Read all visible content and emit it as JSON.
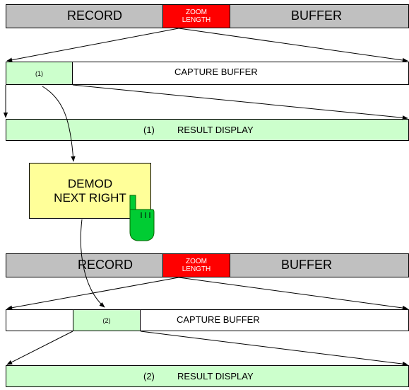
{
  "diagram": {
    "top": {
      "record_label": "RECORD",
      "zoom_line1": "ZOOM",
      "zoom_line2": "LENGTH",
      "buffer_label": "BUFFER",
      "segment_label": "(1)",
      "capture_label": "CAPTURE BUFFER",
      "result_index": "(1)",
      "result_label": "RESULT DISPLAY"
    },
    "demod": {
      "line1": "DEMOD",
      "line2": "NEXT RIGHT"
    },
    "bottom": {
      "record_label": "RECORD",
      "zoom_line1": "ZOOM",
      "zoom_line2": "LENGTH",
      "buffer_label": "BUFFER",
      "segment_label": "(2)",
      "capture_label": "CAPTURE BUFFER",
      "result_index": "(2)",
      "result_label": "RESULT DISPLAY"
    },
    "colors": {
      "record_bar": "#c0c0c0",
      "zoom_block": "#ff0000",
      "capture_segment": "#ccffcc",
      "result_display": "#ccffcc",
      "demod_box": "#ffff99",
      "hand_icon": "#00cc33"
    }
  }
}
